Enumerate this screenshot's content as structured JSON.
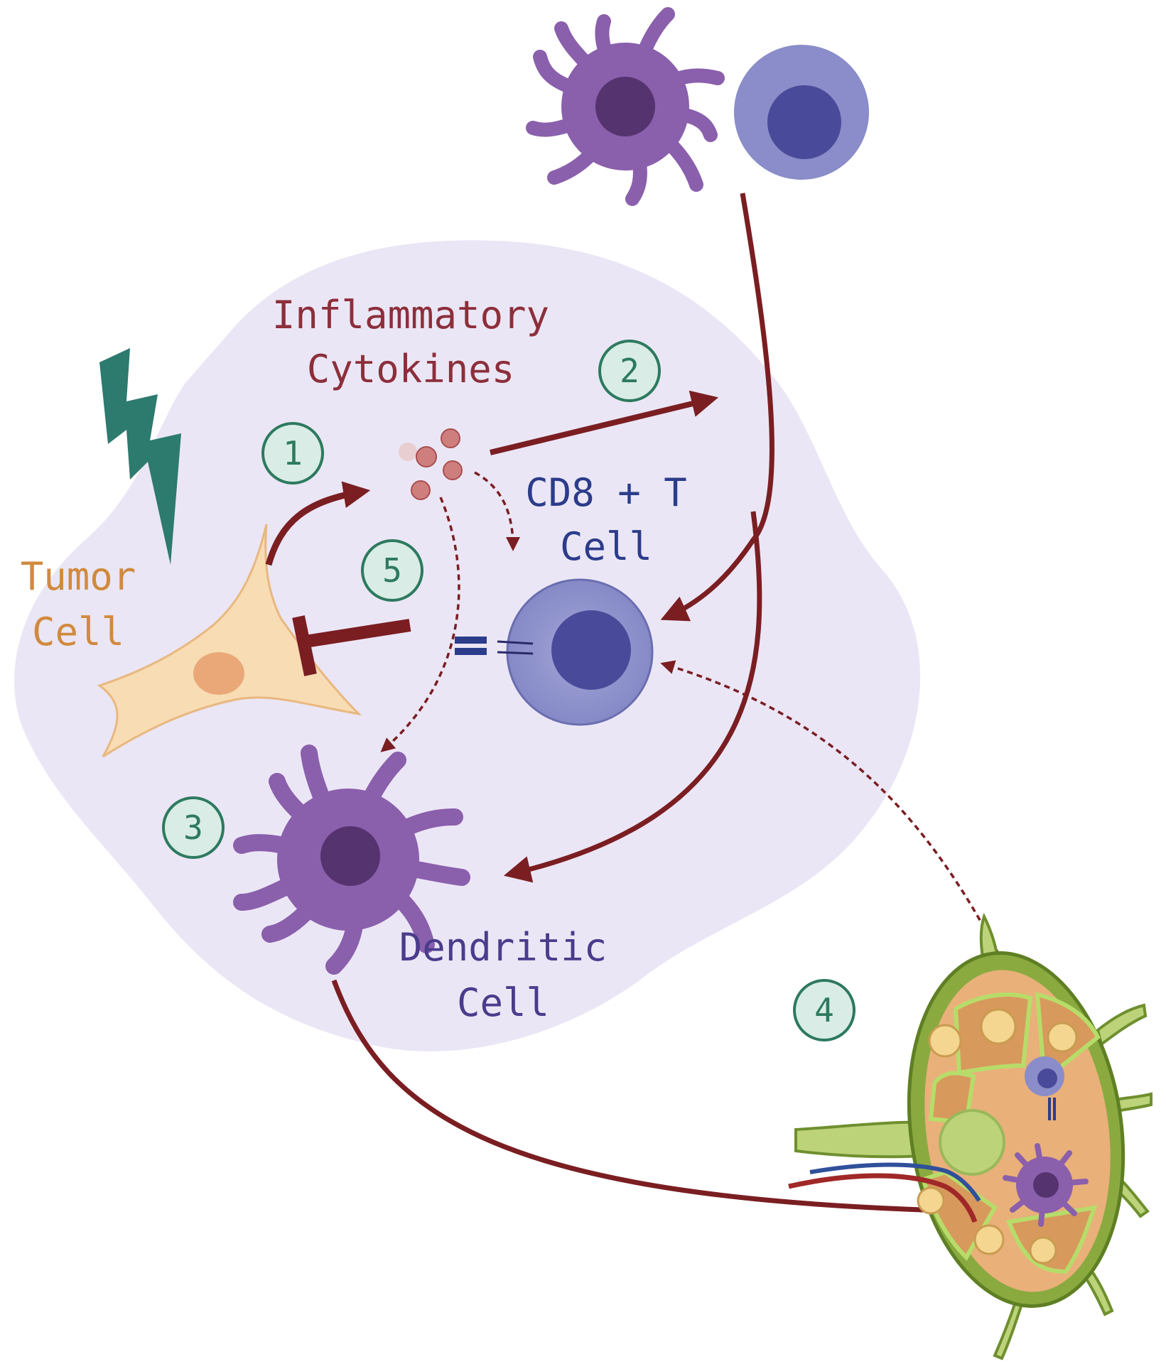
{
  "labels": {
    "inflammatory_line1": "Inflammatory",
    "inflammatory_line2": "Cytokines",
    "cd8_line1": "CD8 + T",
    "cd8_line2": "Cell",
    "tumor_line1": "Tumor",
    "tumor_line2": "Cell",
    "dendritic_line1": "Dendritic",
    "dendritic_line2": "Cell"
  },
  "steps": [
    "1",
    "2",
    "3",
    "4",
    "5"
  ],
  "colors": {
    "background_blob": "#ebe6f5",
    "arrow": "#7a1e22",
    "inflammatory_text": "#8c2f3b",
    "cd8_text": "#2b3c8a",
    "tumor_text": "#d08a3e",
    "dendritic_text": "#4a3c8c",
    "dendritic_cell": "#8a5fac",
    "t_cell": "#8a8dc9",
    "tumor_cell": "#f8dcb4",
    "lightning": "#2d7a6e",
    "step_circle_fill": "#d9ece6",
    "step_circle_stroke": "#2d7a5e",
    "lymph_node": "#6f8f2e"
  },
  "icons": [
    "radiation-lightning-icon",
    "lymph-node-icon"
  ]
}
